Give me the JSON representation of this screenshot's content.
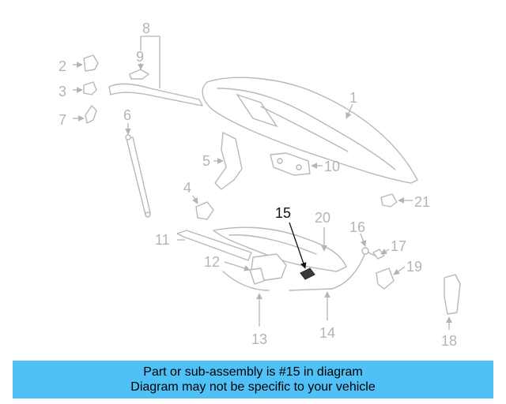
{
  "callouts": {
    "c1": "1",
    "c2": "2",
    "c3": "3",
    "c4": "4",
    "c5": "5",
    "c6": "6",
    "c7": "7",
    "c8": "8",
    "c9": "9",
    "c10": "10",
    "c11": "11",
    "c12": "12",
    "c13": "13",
    "c14": "14",
    "c15": "15",
    "c16": "16",
    "c17": "17",
    "c18": "18",
    "c19": "19",
    "c20": "20",
    "c21": "21"
  },
  "highlighted_part": "15",
  "colors": {
    "banner": "#4fc1f7",
    "part_stroke": "#b8b8b8",
    "callout_inactive": "#b4b4b4",
    "callout_active": "#111111"
  },
  "banner": {
    "line1": "Part or sub-assembly is #15 in diagram",
    "line2": "Diagram may not be specific to your vehicle"
  }
}
